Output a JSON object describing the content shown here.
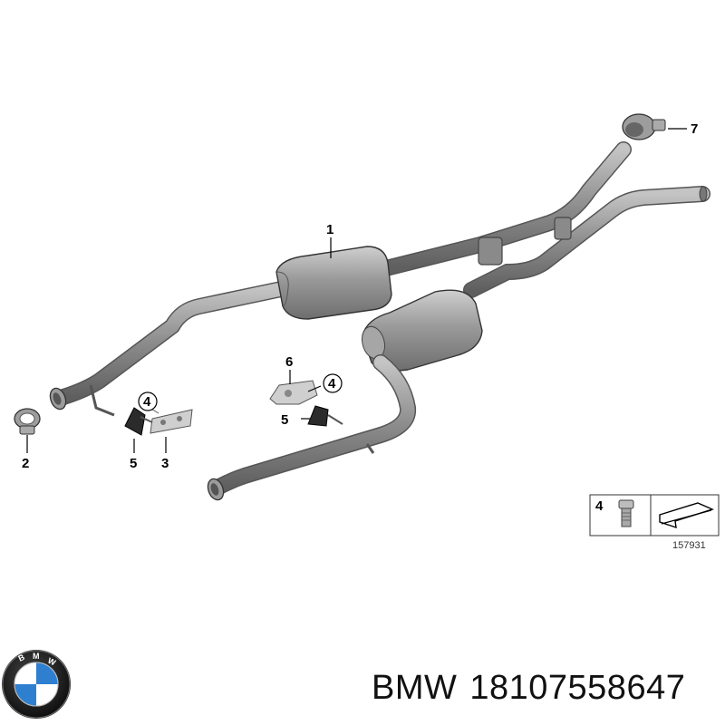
{
  "callouts": {
    "c1": "1",
    "c2": "2",
    "c3": "3",
    "c4a": "4",
    "c4b": "4",
    "c5a": "5",
    "c5b": "5",
    "c6": "6",
    "c7": "7",
    "legend_number": "4"
  },
  "diagram_id": "157931",
  "logo": {
    "name": "bmw-logo",
    "letters": "BMW",
    "colors": {
      "blue": "#2f7fd0",
      "white": "#ffffff",
      "ring": "#1a1a1a"
    }
  },
  "footer": {
    "brand": "BMW",
    "part_number": "18107558647"
  },
  "colors": {
    "pipe": "#8f8f8f",
    "pipe_dark": "#6a6a6a",
    "pipe_light": "#b8b8b8",
    "line": "#333333"
  }
}
